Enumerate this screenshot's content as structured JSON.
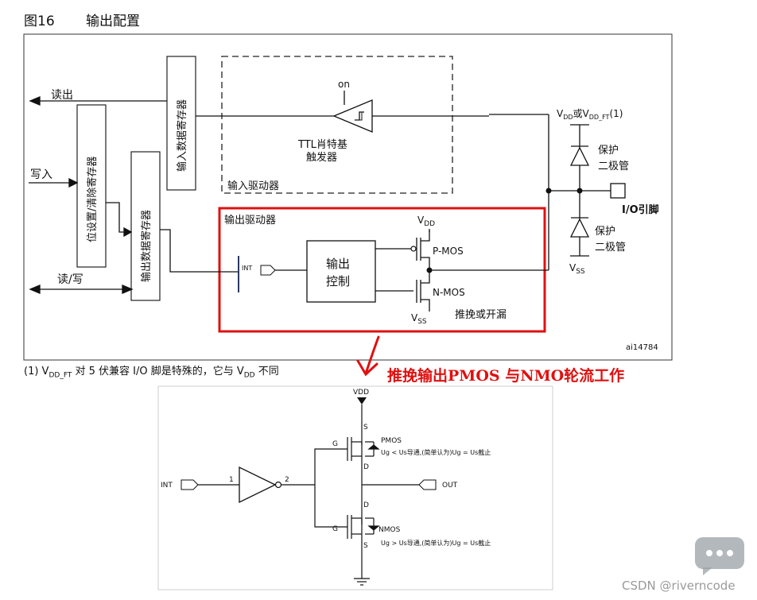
{
  "header": {
    "fig_no": "图16",
    "title": "输出配置"
  },
  "top": {
    "read_out": "读出",
    "write_in": "写入",
    "read_write": "读/写",
    "bsrr": "位设置/清除寄存器",
    "idr": "输入数据寄存器",
    "odr": "输出数据寄存器",
    "on": "on",
    "ttl1": "TTL肖特基",
    "ttl2": "触发器",
    "input_driver": "输入驱动器",
    "output_driver": "输出驱动器",
    "int": "INT",
    "ctrl1": "输出",
    "ctrl2": "控制",
    "vdd_top_main": "V",
    "vdd_top_sub": "DD",
    "pmos": "P-MOS",
    "nmos": "N-MOS",
    "vss_bot_main": "V",
    "vss_bot_sub": "SS",
    "push_pull": "推挽或开漏",
    "vdd_ft_a": "V",
    "vdd_ft_b": "DD",
    "vdd_ft_c": "或V",
    "vdd_ft_d": "DD_FT",
    "vdd_ft_e": "(1)",
    "protect1a": "保护",
    "protect1b": "二极管",
    "protect2a": "保护",
    "protect2b": "二极管",
    "io_pin": "I/O引脚",
    "vss_right_main": "V",
    "vss_right_sub": "SS",
    "fig_id": "ai14784"
  },
  "footnote": {
    "p1": "(1) V",
    "p2": "DD_FT",
    "p3": " 对 5 伏兼容 I/O 脚是特殊的，它与 V",
    "p4": "DD",
    "p5": " 不同"
  },
  "annotation": "推挽输出PMOS 与NMO轮流工作",
  "bottom": {
    "vdd": "VDD",
    "s_top": "S",
    "g_top": "G",
    "pmos": "PMOS",
    "pmos_note": "Ug < Us导通,(简单认为)Ug = Us截止",
    "d_top": "D",
    "int": "INT",
    "pin1": "1",
    "pin2": "2",
    "out": "OUT",
    "d_bot": "D",
    "g_bot": "G",
    "nmos": "NMOS",
    "s_bot": "S",
    "nmos_note": "Ug > Us导通,(简单认为)Ug = Us截止"
  },
  "watermark": "CSDN @riverncode",
  "colors": {
    "red": "#e01010",
    "line": "#111111"
  }
}
